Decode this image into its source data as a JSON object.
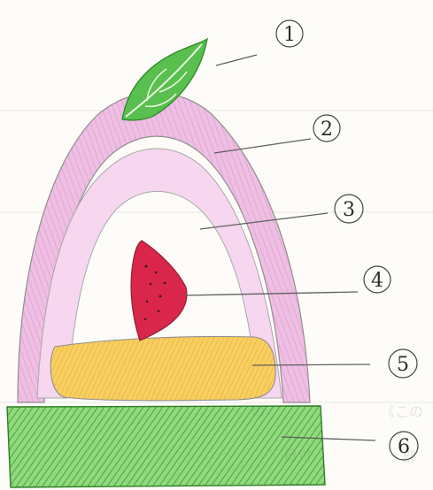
{
  "drawing": {
    "subject": "hand-drawn layered dessert illustration",
    "colors": {
      "paper": "#fdfcf8",
      "leaf": "#2e9b3d",
      "leaf_light": "#8fd08f",
      "cream_outer": "#e6a9d8",
      "cream_inner": "#f3d3ec",
      "strawberry": "#d9264a",
      "sponge": "#f3c14b",
      "base": "#7fd06a",
      "base_dark": "#3f9f2c",
      "ink": "#2a2a2a"
    }
  },
  "callouts": [
    {
      "id": 1,
      "label": "1"
    },
    {
      "id": 2,
      "label": "2"
    },
    {
      "id": 3,
      "label": "3"
    },
    {
      "id": 4,
      "label": "4"
    },
    {
      "id": 5,
      "label": "5"
    },
    {
      "id": 6,
      "label": "6"
    }
  ],
  "background_text": {
    "left_bottom_1": "《この",
    "left_bottom_2": "・部",
    "right_bottom_1": "の",
    "right_bottom_2": "日付"
  }
}
